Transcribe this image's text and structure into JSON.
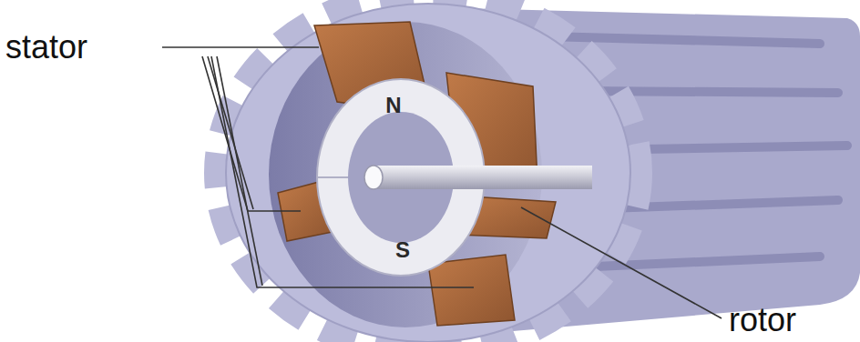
{
  "diagram": {
    "labels": [
      "stator",
      "rotor",
      "N",
      "S"
    ]
  }
}
